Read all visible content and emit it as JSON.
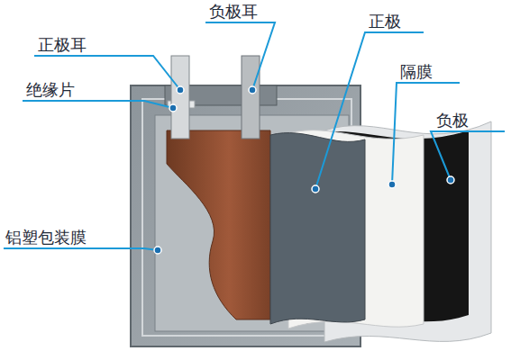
{
  "diagram": {
    "labels": [
      "负极耳",
      "正极",
      "正极耳",
      "隔膜",
      "绝缘片",
      "负极",
      "铝塑包装膜"
    ]
  }
}
